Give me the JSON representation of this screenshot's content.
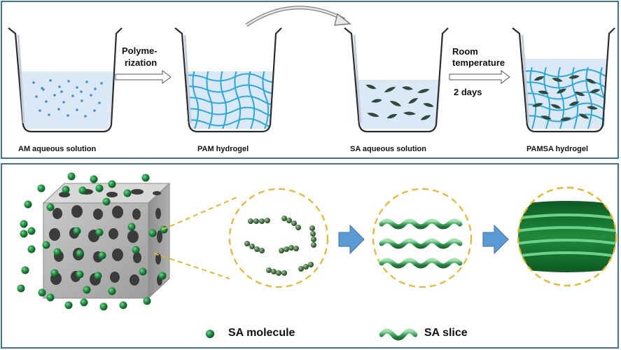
{
  "top": {
    "beaker_labels": [
      "AM aqueous solution",
      "PAM hydrogel",
      "SA aqueous solution",
      "PAMSA hydrogel"
    ],
    "step1_label": [
      "Polyme-",
      "rization"
    ],
    "step2_label": [
      "Room",
      "temperature",
      "2 days"
    ]
  },
  "legend": {
    "molecule": "SA molecule",
    "slice": "SA  slice"
  },
  "colors": {
    "border": "#3d6fa8",
    "mesh": "#29a9e0",
    "water": "#dbe8f5",
    "dots": "#3f8fd6",
    "sa_green": "#1f7a38",
    "dashed": "#f0b323",
    "arrow_blue": "#5b9bd5"
  }
}
